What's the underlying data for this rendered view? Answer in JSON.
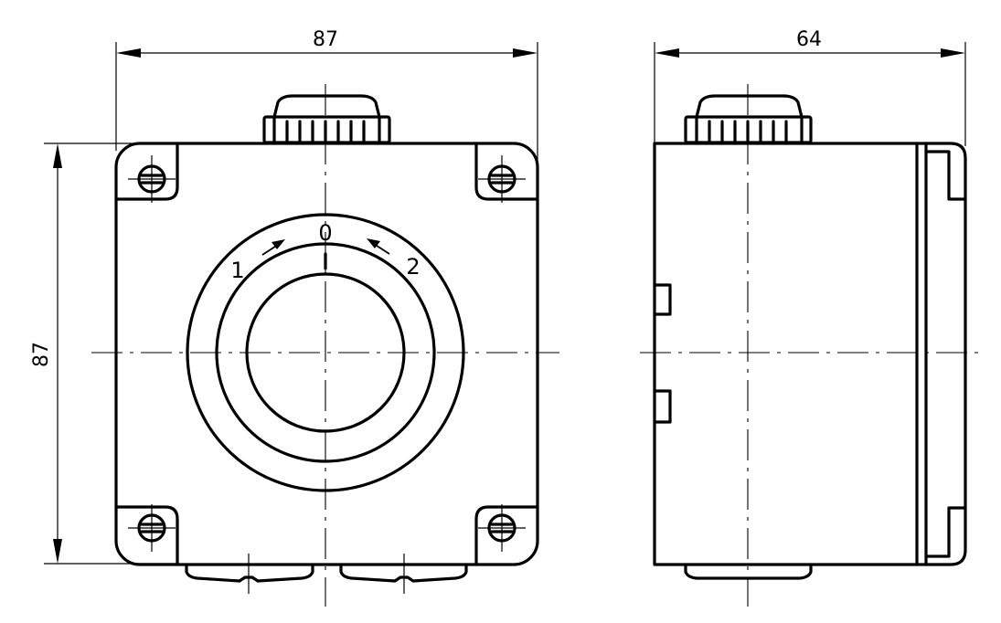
{
  "front_view": {
    "width_dimension": "87",
    "height_dimension": "87",
    "dial": {
      "position_center": "0",
      "position_left": "1",
      "position_right": "2"
    }
  },
  "side_view": {
    "depth_dimension": "64"
  }
}
